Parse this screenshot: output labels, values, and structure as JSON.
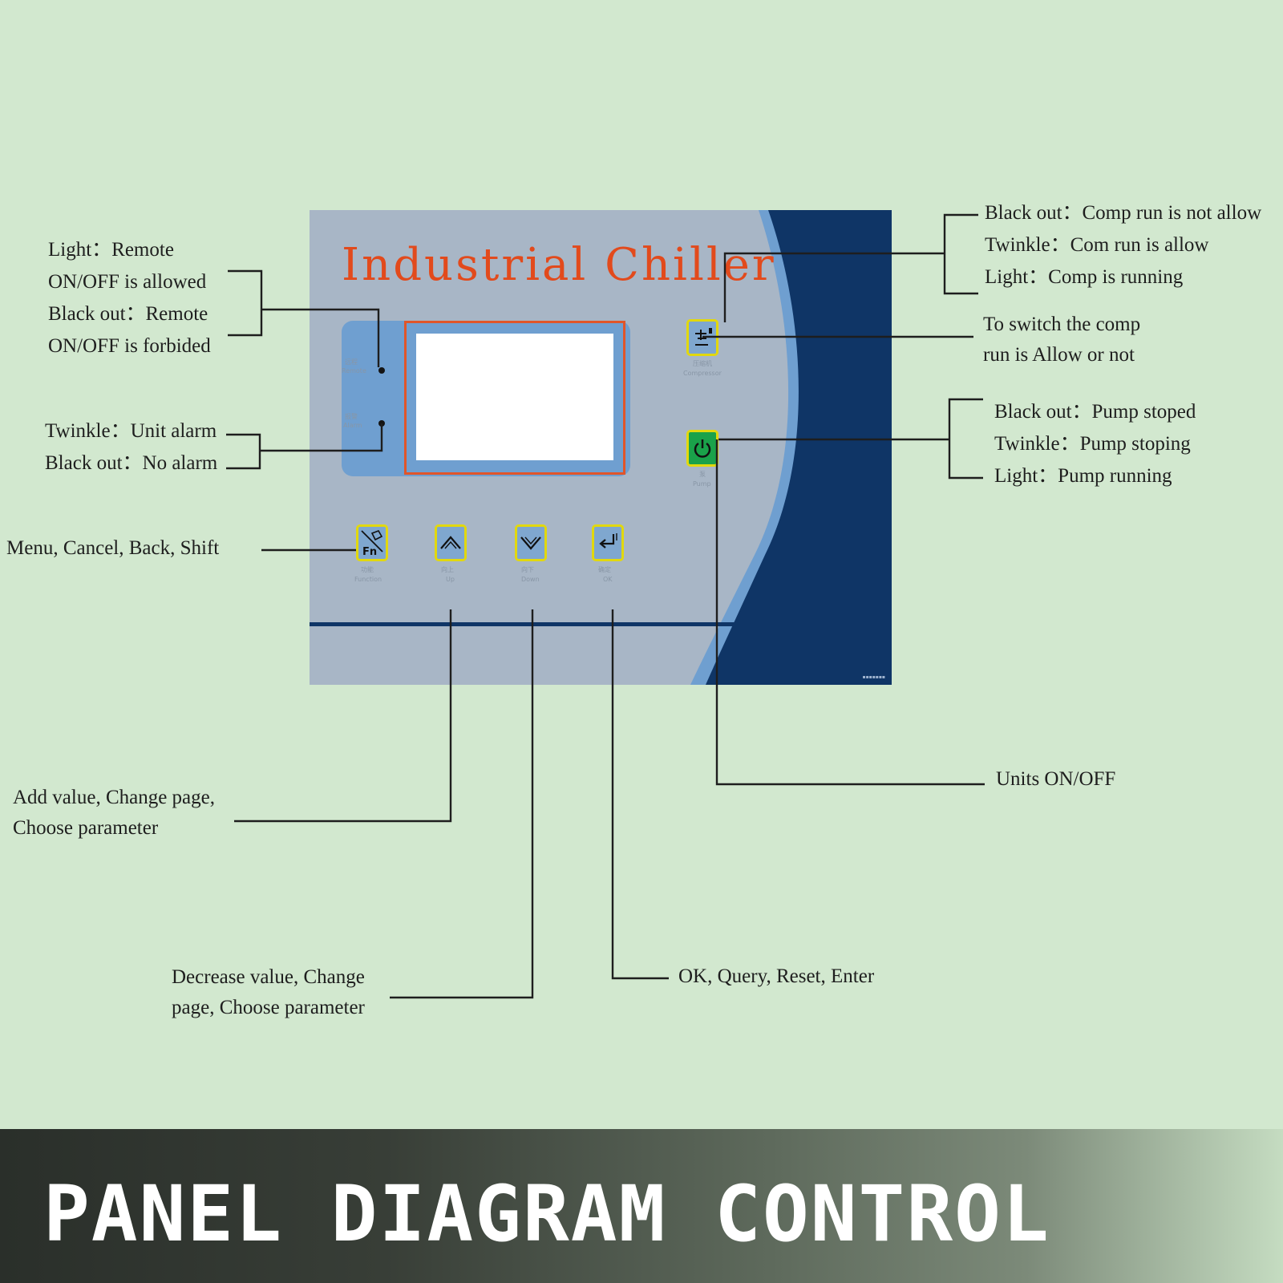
{
  "panel": {
    "title": "Industrial Chiller",
    "indicators": {
      "remote": {
        "cn": "远程",
        "en": "Remote"
      },
      "alarm": {
        "cn": "报警",
        "en": "Alarm"
      }
    },
    "keys": {
      "compressor": {
        "cn": "压缩机",
        "en": "Compressor"
      },
      "pump": {
        "cn": "泵",
        "en": "Pump"
      },
      "function": {
        "cn": "功能",
        "en": "Function",
        "glyph": "Fn"
      },
      "up": {
        "cn": "向上",
        "en": "Up"
      },
      "down": {
        "cn": "向下",
        "en": "Down"
      },
      "ok": {
        "cn": "确定",
        "en": "OK"
      }
    }
  },
  "annotations": {
    "remote": [
      "Light：Remote",
      "ON/OFF is allowed",
      "Black out：Remote",
      "ON/OFF is forbided"
    ],
    "alarm": [
      "Twinkle：Unit alarm",
      "Black out：No alarm"
    ],
    "function": [
      "Menu, Cancel, Back, Shift"
    ],
    "compressor_led": [
      "Black out：Comp run is not allow",
      "Twinkle：Com run is allow",
      "Light：Comp is running"
    ],
    "compressor_key": [
      "To switch the comp",
      "run is Allow or not"
    ],
    "pump_led": [
      "Black out：Pump stoped",
      "Twinkle：Pump stoping",
      "Light：Pump running"
    ],
    "pump_key": [
      "Units ON/OFF"
    ],
    "up": [
      "Add value, Change page,",
      "Choose parameter"
    ],
    "down": [
      "Decrease value, Change",
      "page, Choose parameter"
    ],
    "ok": [
      "OK, Query, Reset, Enter"
    ]
  },
  "footer": {
    "title": "PANEL DIAGRAM CONTROL"
  },
  "colors": {
    "background": "#d2e8cf",
    "panel": "#a8b6c6",
    "panel_dark": "#0f3566",
    "panel_accent": "#6f9fd0",
    "title": "#e24a1c",
    "key_border": "#e2d80e",
    "pump_key": "#1aa24a"
  }
}
